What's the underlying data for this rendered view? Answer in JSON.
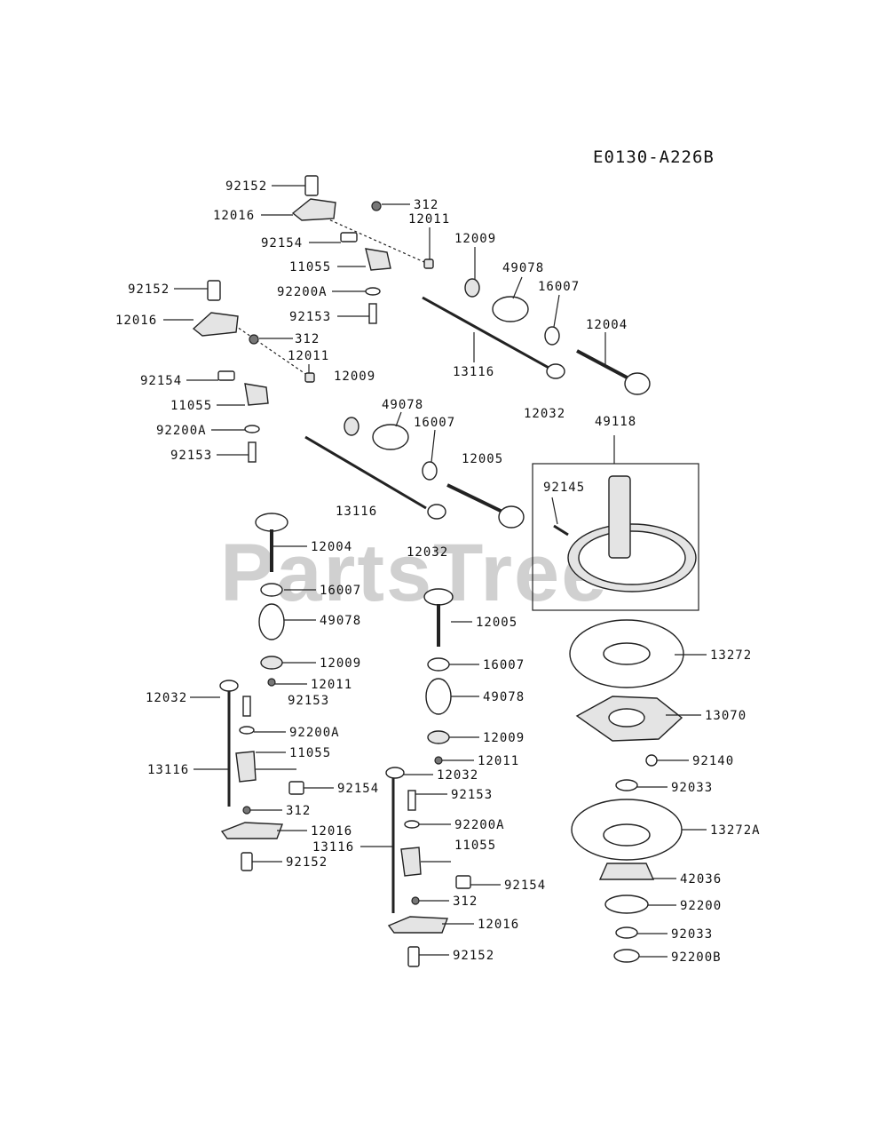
{
  "diagram_code": "E0130-A226B",
  "watermark": "PartsTree",
  "labels": {
    "t01": "92152",
    "t02": "12016",
    "t03": "312",
    "t04": "12011",
    "t05": "92154",
    "t06": "12009",
    "t07": "11055",
    "t08": "49078",
    "t09": "92200A",
    "t10": "16007",
    "t11": "92153",
    "t12": "12004",
    "t13": "13116",
    "t14": "92152",
    "t15": "12016",
    "t16": "312",
    "t17": "12011",
    "t18": "12009",
    "t19": "92154",
    "t20": "11055",
    "t21": "49078",
    "t22": "16007",
    "t23": "92200A",
    "t24": "12032",
    "t25": "49118",
    "t26": "92153",
    "t27": "12005",
    "t28": "92145",
    "t29": "13116",
    "t30": "12032",
    "t31": "12004",
    "t32": "16007",
    "t33": "49078",
    "t34": "12005",
    "t35": "12009",
    "t36": "12011",
    "t37": "16007",
    "t38": "12032",
    "t39": "92153",
    "t40": "49078",
    "t41": "92200A",
    "t42": "12009",
    "t43": "11055",
    "t44": "13116",
    "t45": "12011",
    "t46": "92154",
    "t47": "12032",
    "t48": "312",
    "t49": "92153",
    "t50": "12016",
    "t51": "92200A",
    "t52": "13116",
    "t53": "11055",
    "t54": "92152",
    "t55": "92154",
    "t56": "312",
    "t57": "12016",
    "t58": "92152",
    "t59": "13272",
    "t60": "13070",
    "t61": "92140",
    "t62": "92033",
    "t63": "13272A",
    "t64": "42036",
    "t65": "92200",
    "t66": "92033",
    "t67": "92200B"
  }
}
